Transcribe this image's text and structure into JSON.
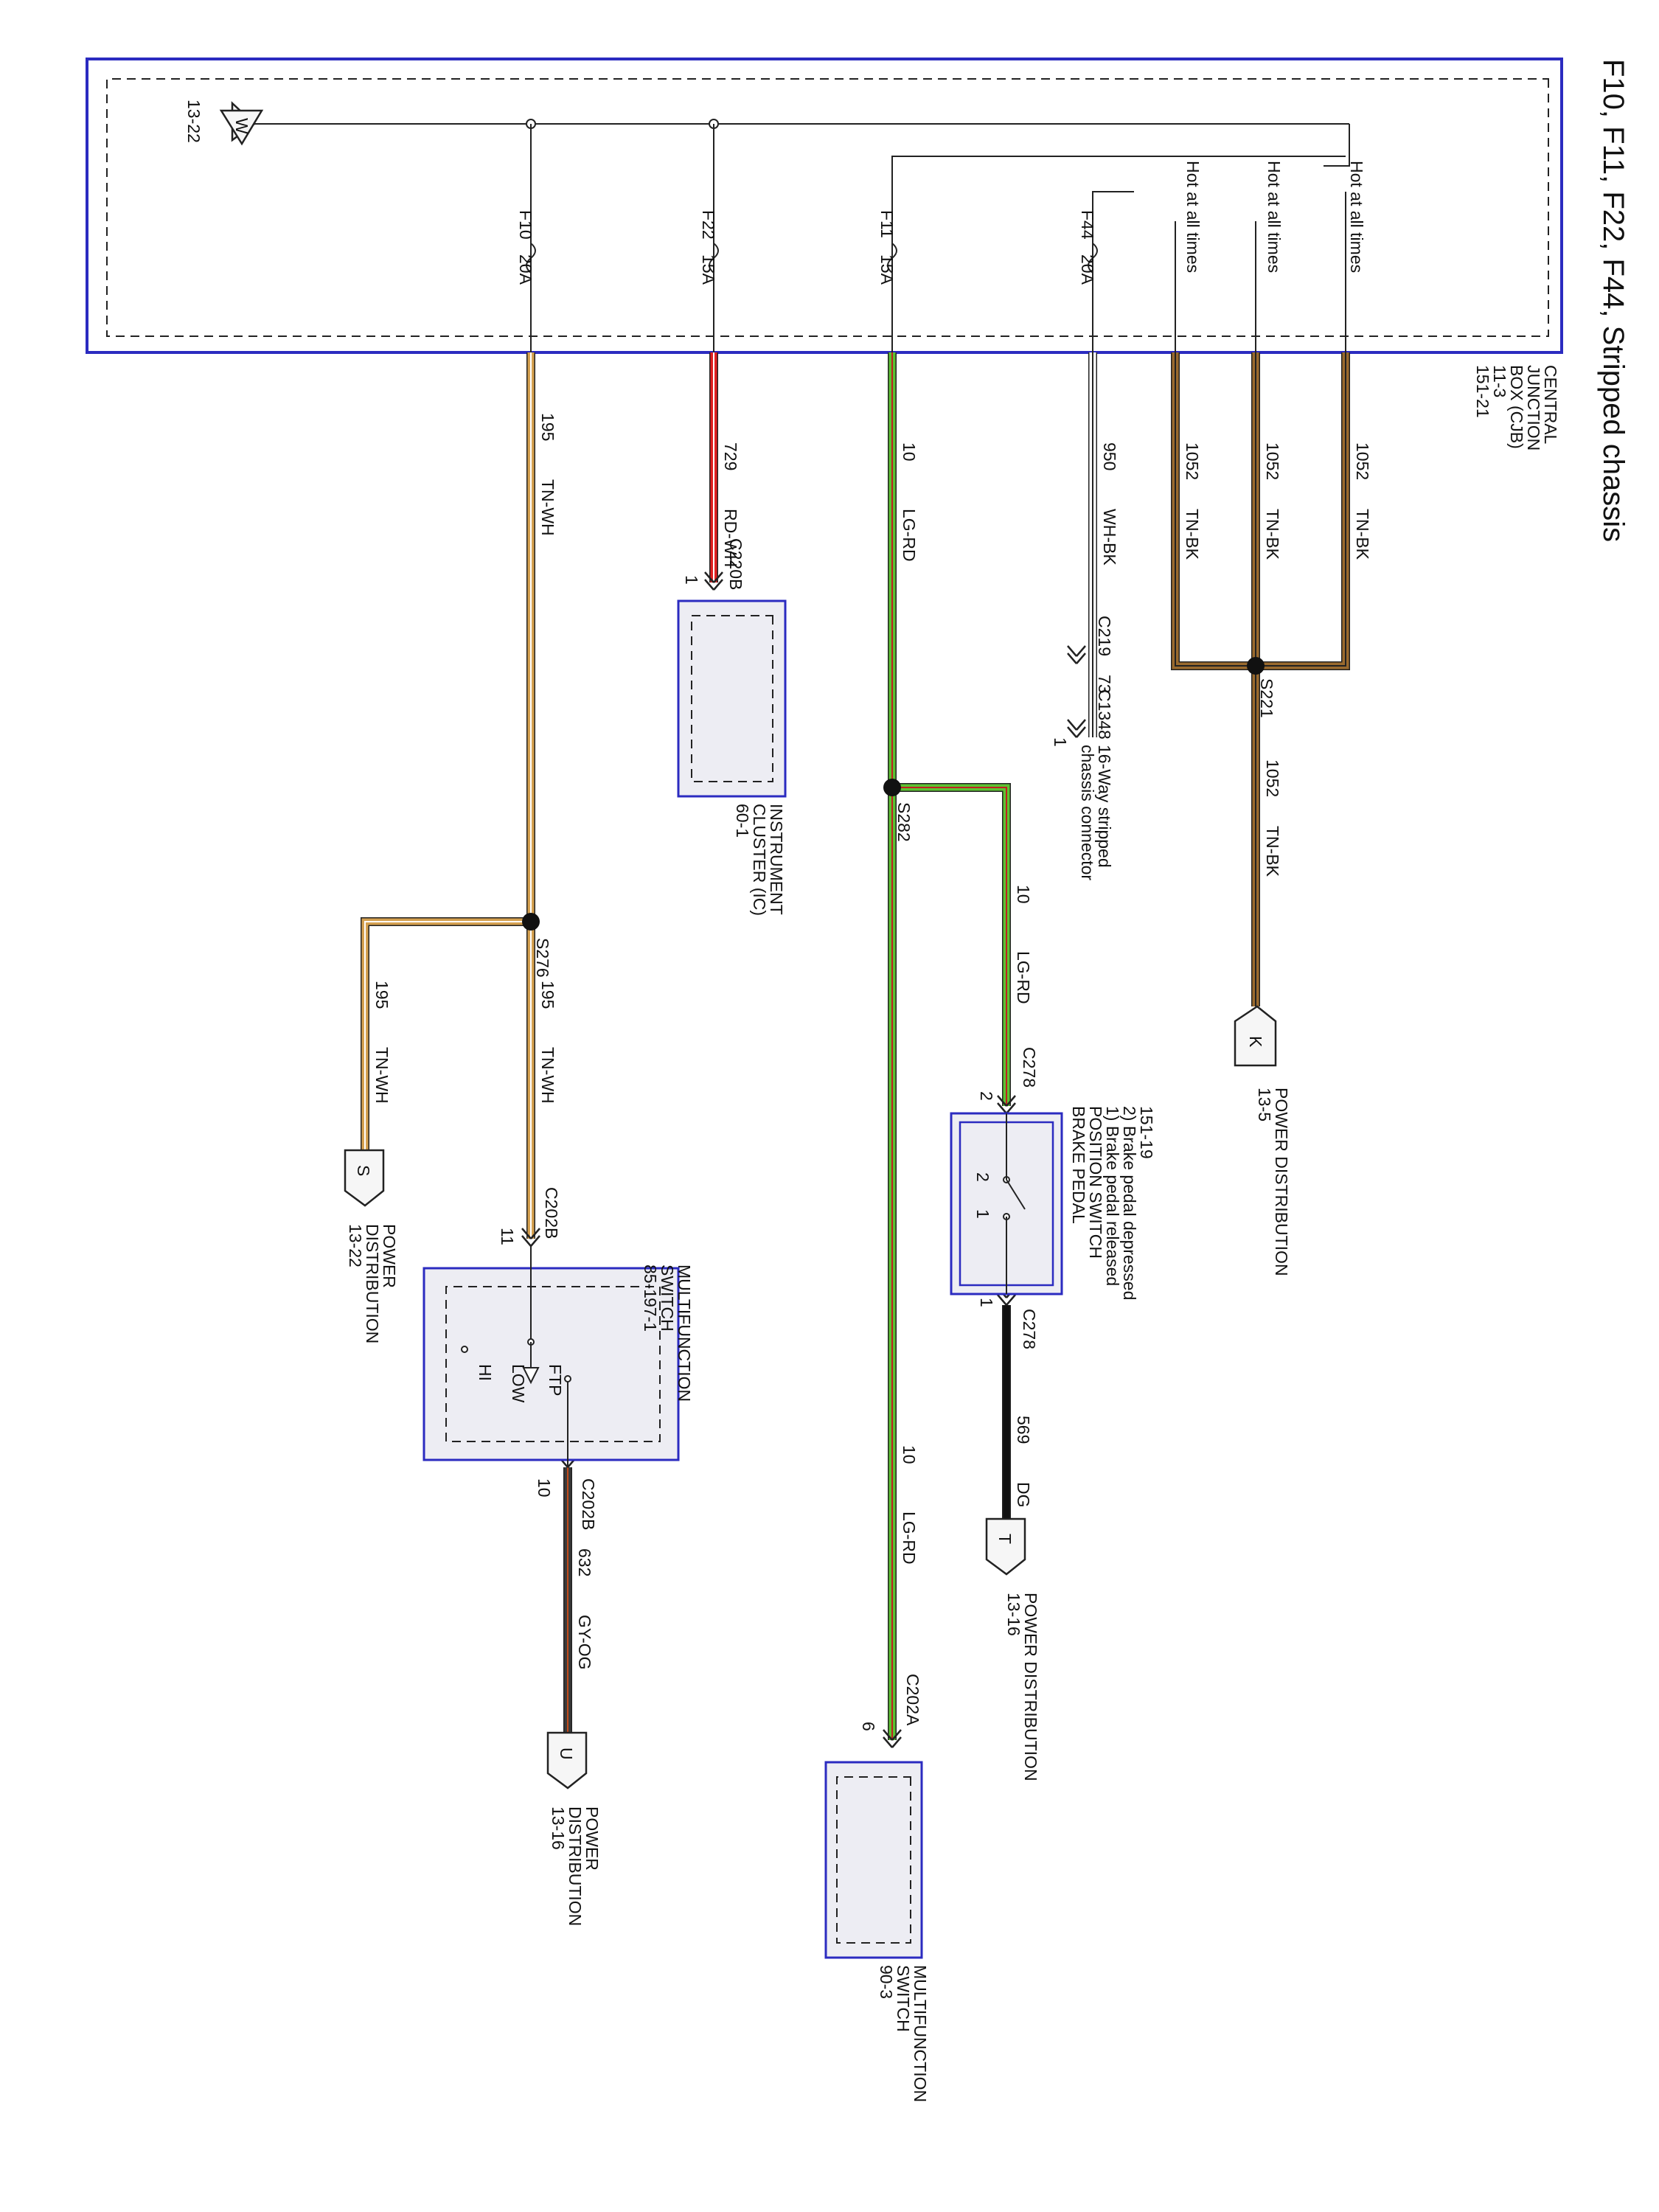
{
  "title": "F10, F11, F22, F44, Stripped chassis",
  "cjb": {
    "label": [
      "CENTRAL",
      "JUNCTION",
      "BOX (CJB)",
      "11-3",
      "151-21"
    ],
    "ground_flag": "W",
    "ground_ref": "13-22",
    "hot_label": "Hot at all times",
    "fuses": [
      {
        "id": "F10",
        "rating": "20A"
      },
      {
        "id": "F22",
        "rating": "15A"
      },
      {
        "id": "F11",
        "rating": "15A"
      },
      {
        "id": "F44",
        "rating": "20A"
      }
    ]
  },
  "wires": {
    "w1052a": {
      "circuit": "1052",
      "color_code": "TN-BK",
      "color": "#9a6a2e",
      "stripe": "#222"
    },
    "w1052b": {
      "circuit": "1052",
      "color_code": "TN-BK",
      "color": "#9a6a2e",
      "stripe": "#222"
    },
    "w1052c": {
      "circuit": "1052",
      "color_code": "TN-BK",
      "color": "#9a6a2e",
      "stripe": "#222"
    },
    "w1052d": {
      "circuit": "1052",
      "color_code": "TN-BK",
      "color": "#9a6a2e",
      "stripe": "#222"
    },
    "w950": {
      "circuit": "950",
      "color_code": "WH-BK",
      "color": "#ffffff",
      "stripe": "#222"
    },
    "w10a": {
      "circuit": "10",
      "color_code": "LG-RD",
      "color": "#5cc233",
      "stripe": "#c02020"
    },
    "w10b": {
      "circuit": "10",
      "color_code": "LG-RD",
      "color": "#5cc233",
      "stripe": "#c02020"
    },
    "w10c": {
      "circuit": "10",
      "color_code": "LG-RD",
      "color": "#5cc233",
      "stripe": "#c02020"
    },
    "w729": {
      "circuit": "729",
      "color_code": "RD-WH",
      "color": "#e02020",
      "stripe": "#ffffff"
    },
    "w195a": {
      "circuit": "195",
      "color_code": "TN-WH",
      "color": "#d4a050",
      "stripe": "#ffffff"
    },
    "w195b": {
      "circuit": "195",
      "color_code": "TN-WH",
      "color": "#d4a050",
      "stripe": "#ffffff"
    },
    "w195c": {
      "circuit": "195",
      "color_code": "TN-WH",
      "color": "#d4a050",
      "stripe": "#ffffff"
    },
    "w569": {
      "circuit": "569",
      "color_code": "DG",
      "color": "#111111",
      "stripe": "#111111"
    },
    "w632": {
      "circuit": "632",
      "color_code": "GY-OG",
      "color": "#3a3a3a",
      "stripe": "#c04a1a"
    }
  },
  "splices": {
    "s221": "S221",
    "s282": "S282",
    "s276": "S276"
  },
  "connectors": {
    "c219": "C219",
    "c219_ref": "73",
    "c1348": "C1348",
    "c1348_pin": "1",
    "c220b": "C220B",
    "c220b_pin": "1",
    "c278a": "C278",
    "c278a_pin": "2",
    "c278b": "C278",
    "c278b_pin": "1",
    "c202a": "C202A",
    "c202a_pin": "6",
    "c202b_in": "C202B",
    "c202b_in_pin": "11",
    "c202b_out": "C202B",
    "c202b_out_pin": "10"
  },
  "components": {
    "stripped_connector": [
      "16-Way stripped",
      "chassis connector"
    ],
    "instrument_cluster": [
      "INSTRUMENT",
      "CLUSTER (IC)",
      "60-1"
    ],
    "brake_switch": [
      "BRAKE PEDAL",
      "POSITION SWITCH",
      "1) Brake pedal released",
      "2) Brake pedal depressed",
      "151-19"
    ],
    "brake_switch_pins": [
      "2",
      "1"
    ],
    "mfs_lower": [
      "MULTIFUNCTION",
      "SWITCH",
      "90-3"
    ],
    "mfs_upper": [
      "MULTIFUNCTION",
      "SWITCH",
      "85-1",
      "97-1"
    ],
    "mfs_positions": {
      "ftp": "FTP",
      "low": "LOW",
      "hi": "HI"
    }
  },
  "power_distribution": {
    "k": {
      "flag": "K",
      "lines": [
        "POWER DISTRIBUTION",
        "13-5"
      ]
    },
    "t": {
      "flag": "T",
      "lines": [
        "POWER DISTRIBUTION",
        "13-16"
      ]
    },
    "s": {
      "flag": "S",
      "lines": [
        "POWER",
        "DISTRIBUTION",
        "13-22"
      ]
    },
    "u": {
      "flag": "U",
      "lines": [
        "POWER",
        "DISTRIBUTION",
        "13-16"
      ]
    }
  }
}
